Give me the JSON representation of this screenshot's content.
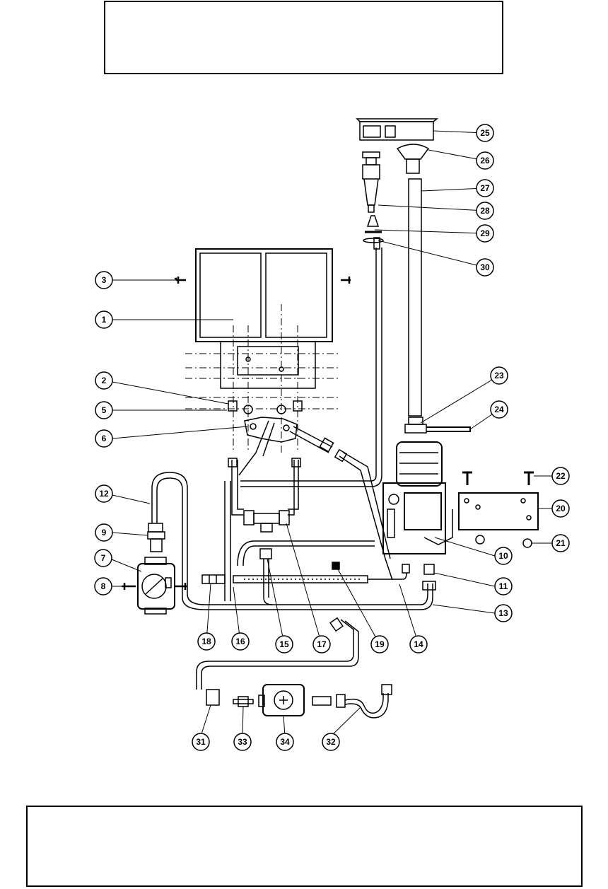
{
  "callouts": [
    "1",
    "2",
    "3",
    "5",
    "6",
    "7",
    "8",
    "9",
    "10",
    "11",
    "12",
    "13",
    "14",
    "15",
    "16",
    "17",
    "18",
    "19",
    "20",
    "21",
    "22",
    "23",
    "24",
    "25",
    "26",
    "27",
    "28",
    "29",
    "30",
    "31",
    "32",
    "33",
    "34"
  ],
  "colors": {
    "ink": "#000000",
    "paper": "#ffffff",
    "shade": "#666666"
  }
}
